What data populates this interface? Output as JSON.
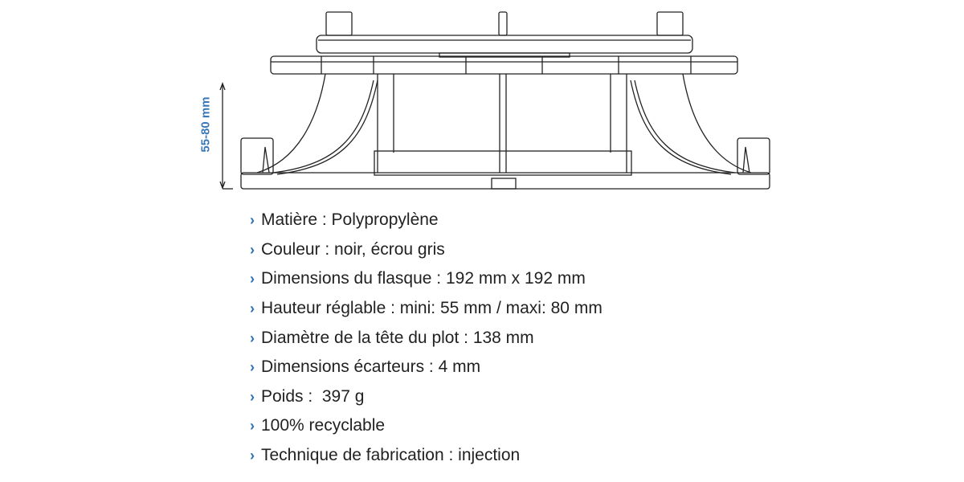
{
  "drawing": {
    "dimension_label": "55-80 mm",
    "accent_color": "#3a78b8"
  },
  "specs": [
    "Matière : Polypropylène",
    "Couleur : noir, écrou gris",
    "Dimensions du flasque : 192 mm x 192 mm",
    "Hauteur réglable : mini: 55 mm / maxi: 80 mm",
    "Diamètre de la tête du plot : 138 mm",
    "Dimensions écarteurs : 4 mm",
    "Poids :  397 g",
    "100% recyclable",
    "Technique de fabrication : injection"
  ],
  "bullet_glyph": "›"
}
